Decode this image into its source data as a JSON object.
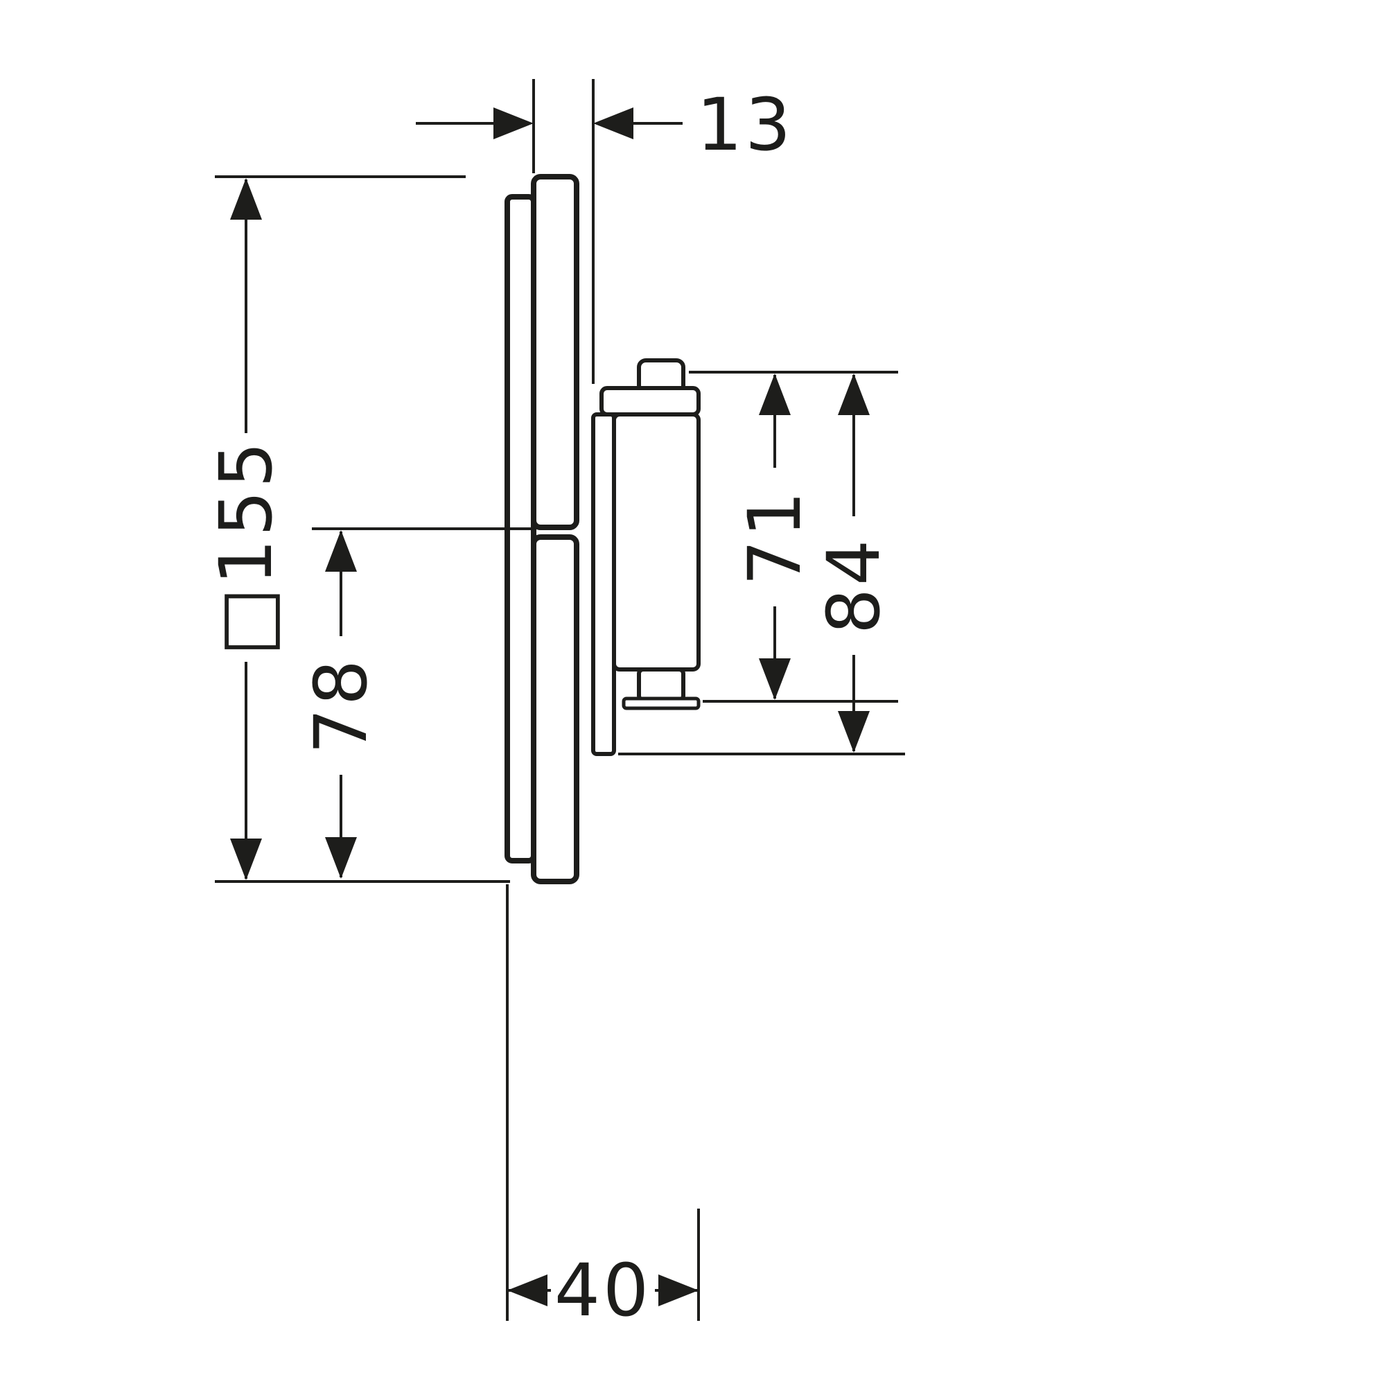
{
  "drawing": {
    "type": "technical-dimension-drawing",
    "view": "side-view-concealed-shower-valve",
    "background": "#ffffff",
    "stroke_color": "#1d1d1b",
    "labels": {
      "plate_offset": "13",
      "plate_size": "□155",
      "center_to_bottom": "78",
      "cartridge_height": "71",
      "cartridge_total": "84",
      "installation_depth": "40"
    }
  }
}
